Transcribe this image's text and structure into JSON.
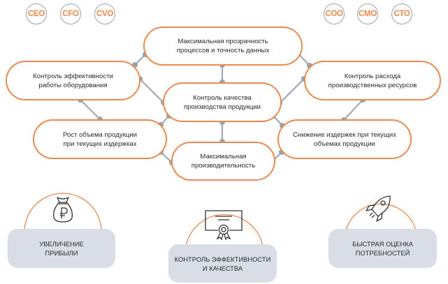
{
  "roles_left": [
    "CEO",
    "CFO",
    "CVO"
  ],
  "roles_right": [
    "COO",
    "CMO",
    "CTO"
  ],
  "nodes": {
    "top": [
      "Максимальная прозрачность",
      "процессов и точность данных"
    ],
    "left": [
      "Контроль эффективности",
      "работы оборудования"
    ],
    "right": [
      "Контроль расхода",
      "производственных ресурсов"
    ],
    "center": [
      "Контроль качества",
      "производства продукции"
    ],
    "left_bottom": [
      "Рост объема продукции",
      "при текущих издержках"
    ],
    "right_bottom": [
      "Снижение издержек при текущих",
      "объемах продукции"
    ],
    "bottom": [
      "Максимальная",
      "производительность"
    ]
  },
  "benefits": [
    {
      "icon": "money-bag-ruble-icon",
      "lines": [
        "Увеличение",
        "прибыли"
      ]
    },
    {
      "icon": "certificate-icon",
      "lines": [
        "Контроль эффективности",
        "и качества"
      ]
    },
    {
      "icon": "rocket-icon",
      "lines": [
        "Быстрая оценка",
        "потребностей"
      ]
    }
  ],
  "colors": {
    "accent": "#ea8a4e",
    "connector": "#9aa3ad",
    "card": "#d9dee6",
    "text": "#2a2a2a"
  }
}
